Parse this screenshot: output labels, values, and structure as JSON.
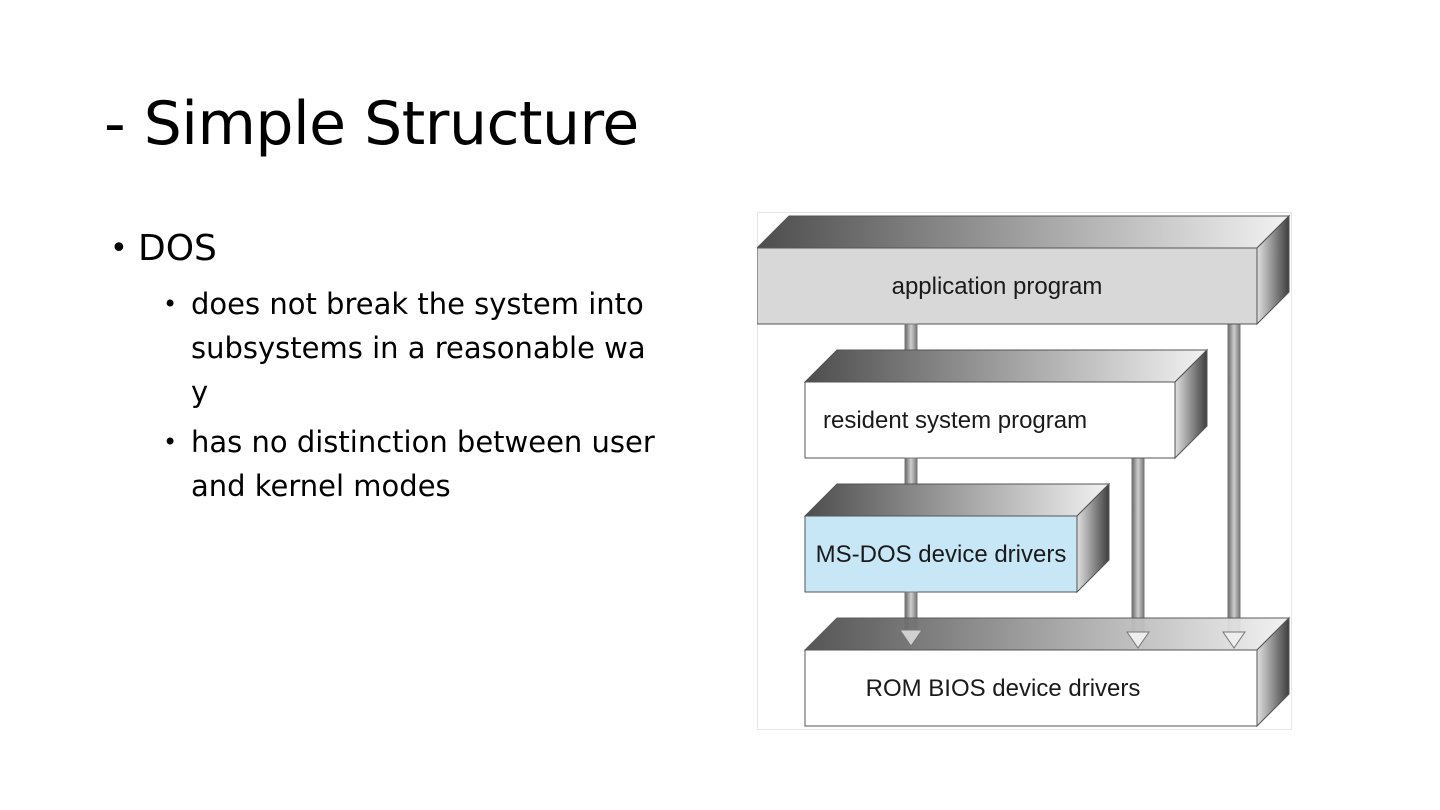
{
  "slide": {
    "title": "- Simple Structure",
    "bullets": [
      {
        "text": "DOS",
        "sub": [
          "does not break the system into subsystems in a reasonable way",
          "has no distinction between user and kernel modes"
        ]
      }
    ]
  },
  "diagram": {
    "layers": [
      "application program",
      "resident system program",
      "MS-DOS device drivers",
      "ROM BIOS device drivers"
    ],
    "colors": {
      "highlight": "#c7e7f7",
      "shade": "#d6d6d6",
      "box": "#ffffff",
      "edge": "#666666"
    }
  }
}
